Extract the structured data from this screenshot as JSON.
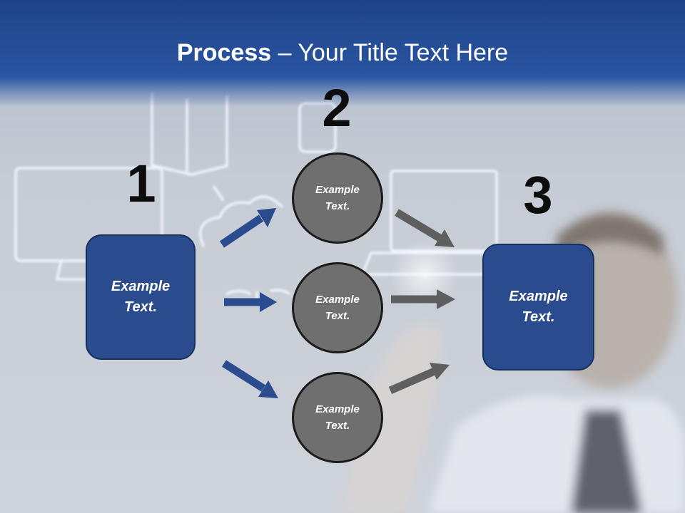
{
  "title": {
    "strong": "Process",
    "rest": " – Your Title Text Here"
  },
  "steps": {
    "one": "1",
    "two": "2",
    "three": "3"
  },
  "nodes": {
    "left_box": "Example Text.",
    "circle_top": "Example Text.",
    "circle_middle": "Example Text.",
    "circle_bottom": "Example Text.",
    "right_box": "Example Text."
  },
  "colors": {
    "title_bar": "#2a55a3",
    "box_fill": "#2a4b8d",
    "circle_fill": "#6f6f6f",
    "arrow_blue": "#2a4b8d",
    "arrow_gray": "#5f5f5f"
  }
}
